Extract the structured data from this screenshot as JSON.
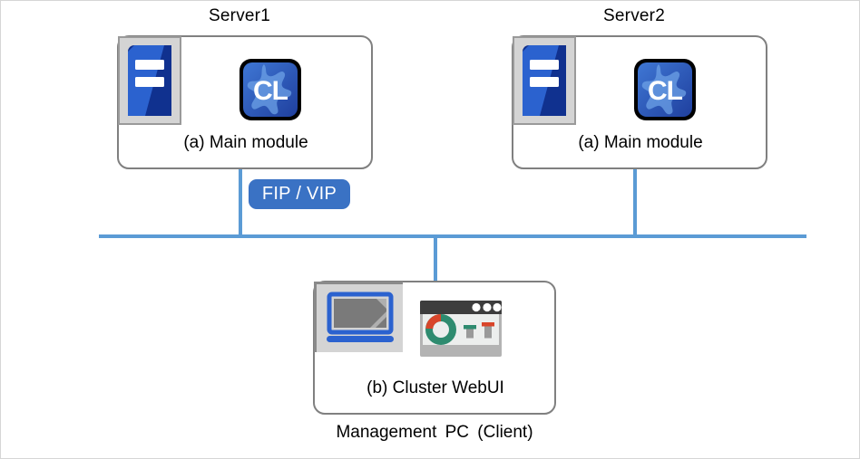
{
  "diagram": {
    "title_server1": "Server1",
    "title_server2": "Server2",
    "main_module_caption": "(a) Main module",
    "cluster_webui_caption": "(b) Cluster WebUI",
    "management_pc_label": "Management PC (Client)",
    "fip_vip_label": "FIP / VIP",
    "cl_logo_text": "CL",
    "icons": {
      "server": "server-icon",
      "cl_product": "cl-product-logo-icon",
      "laptop": "laptop-icon",
      "browser_dashboard": "browser-dashboard-icon"
    },
    "colors": {
      "network_line": "#5b9bd5",
      "pill_background": "#3a72c4",
      "pill_text": "#ffffff",
      "box_border": "#808080",
      "server_blue_light": "#2b62cf",
      "server_blue_dark": "#10318f",
      "icon_frame_gray": "#d4d4d4",
      "donut_green": "#2e8b6f",
      "donut_red": "#d9452a",
      "browser_titlebar": "#3d3d3d",
      "laptop_outline": "#2b62cf",
      "text": "#000000",
      "page_background": "#ffffff"
    }
  }
}
